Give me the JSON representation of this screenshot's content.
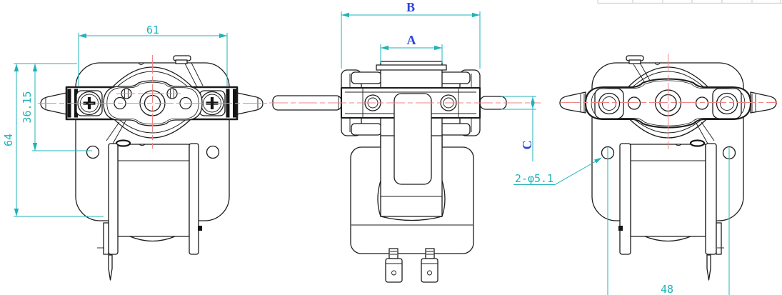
{
  "drawing": {
    "dimensions": {
      "front_stack_width": "61",
      "front_top_to_hole": "36.15",
      "front_top_to_foot": "64",
      "side_overall_width": "B",
      "side_bobbin_width": "A",
      "shaft_diameter": "C",
      "mounting_hole_callout": "2-φ5.1",
      "mounting_hole_spacing": "48"
    },
    "colors": {
      "outline": "#1c1c1c",
      "centerline": "#f28585",
      "dimension": "#1fb3b9",
      "dimension_letter": "#2b46d9",
      "table_line": "#ccd5d1",
      "background": "#ffffff"
    }
  }
}
